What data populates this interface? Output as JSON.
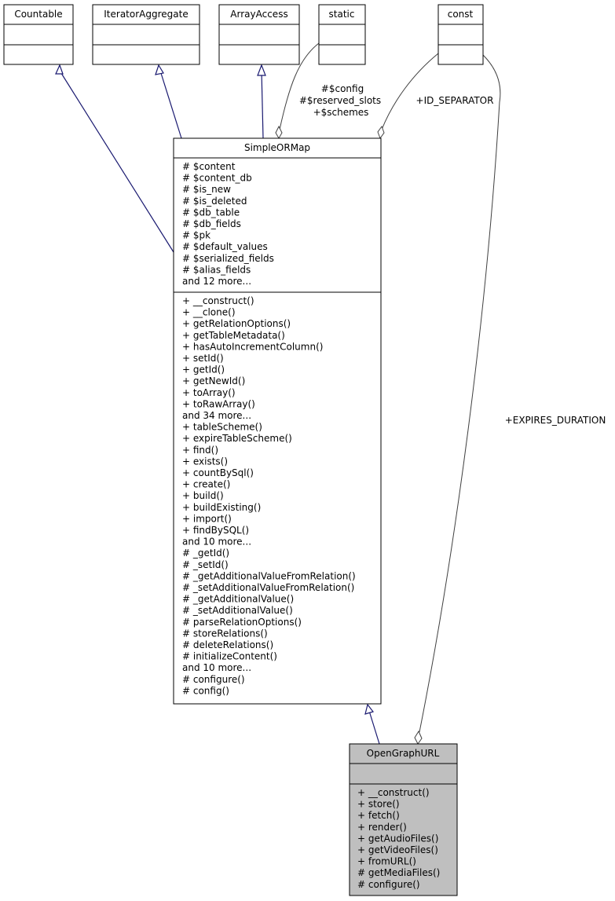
{
  "classes": {
    "countable": {
      "name": "Countable"
    },
    "iterator_aggregate": {
      "name": "IteratorAggregate"
    },
    "array_access": {
      "name": "ArrayAccess"
    },
    "static": {
      "name": "static"
    },
    "const": {
      "name": "const"
    },
    "simple_orm_map": {
      "name": "SimpleORMap",
      "attributes": [
        "# $content",
        "# $content_db",
        "# $is_new",
        "# $is_deleted",
        "# $db_table",
        "# $db_fields",
        "# $pk",
        "# $default_values",
        "# $serialized_fields",
        "# $alias_fields",
        "and 12 more..."
      ],
      "methods": [
        "+ __construct()",
        "+ __clone()",
        "+ getRelationOptions()",
        "+ getTableMetadata()",
        "+ hasAutoIncrementColumn()",
        "+ setId()",
        "+ getId()",
        "+ getNewId()",
        "+ toArray()",
        "+ toRawArray()",
        "and 34 more...",
        "+ tableScheme()",
        "+ expireTableScheme()",
        "+ find()",
        "+ exists()",
        "+ countBySql()",
        "+ create()",
        "+ build()",
        "+ buildExisting()",
        "+ import()",
        "+ findBySQL()",
        "and 10 more...",
        "# _getId()",
        "# _setId()",
        "# _getAdditionalValueFromRelation()",
        "# _setAdditionalValueFromRelation()",
        "# _getAdditionalValue()",
        "# _setAdditionalValue()",
        "# parseRelationOptions()",
        "# storeRelations()",
        "# deleteRelations()",
        "# initializeContent()",
        "and 10 more...",
        "# configure()",
        "# config()"
      ]
    },
    "open_graph_url": {
      "name": "OpenGraphURL",
      "methods": [
        "+ __construct()",
        "+ store()",
        "+ fetch()",
        "+ render()",
        "+ getAudioFiles()",
        "+ getVideoFiles()",
        "+ fromURL()",
        "# getMediaFiles()",
        "# configure()"
      ]
    }
  },
  "edge_labels": {
    "static_to_orm": [
      "#$config",
      "#$reserved_slots",
      "+$schemes"
    ],
    "const_to_orm": "+ID_SEPARATOR",
    "const_to_ogu": "+EXPIRES_DURATION"
  },
  "colors": {
    "inheritance": "#191970",
    "association": "#404040",
    "highlight_fill": "#bfbfbf"
  }
}
